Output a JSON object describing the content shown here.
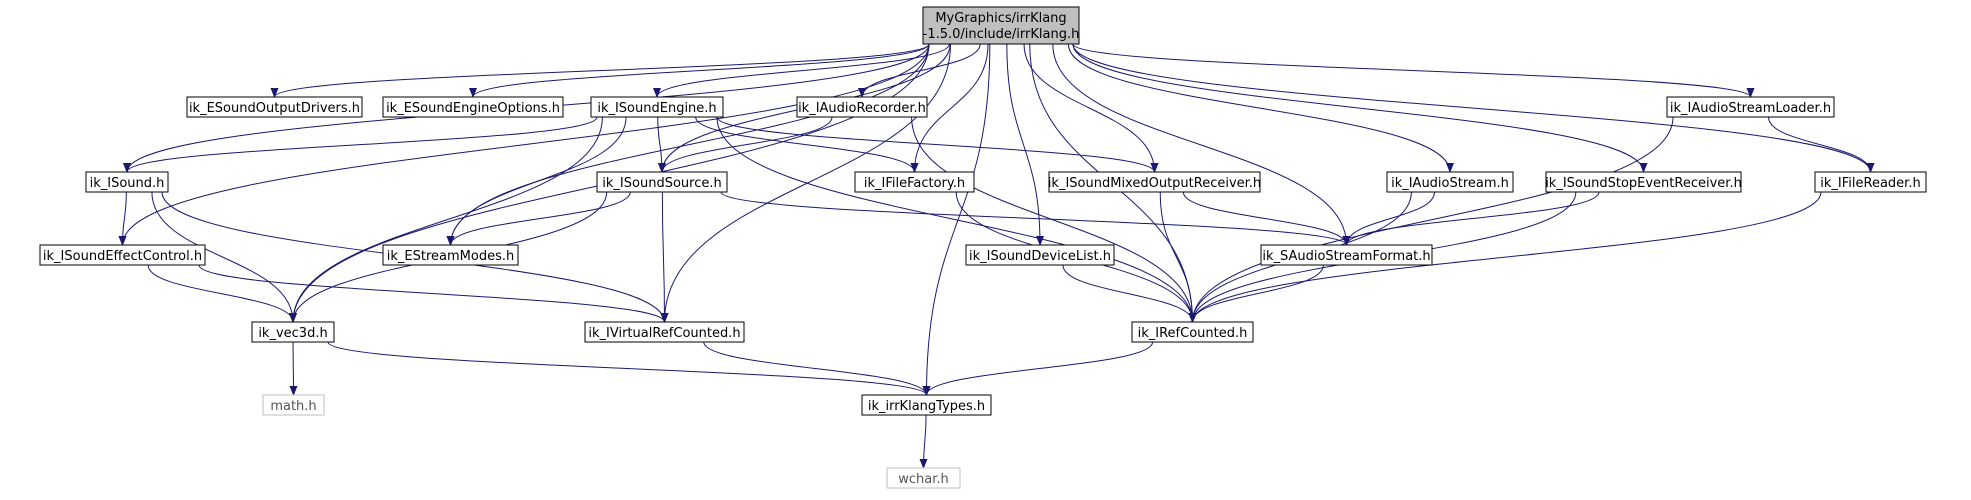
{
  "diagram": {
    "root": {
      "id": "root",
      "label_line1": "MyGraphics/irrKlang",
      "label_line2": "-1.5.0/include/irrKlang.h"
    },
    "colors": {
      "edge": "#191970",
      "node_border": "#000000",
      "root_fill": "#bfbfbf",
      "external_border": "#bfbfbf",
      "external_text": "#555555"
    },
    "nodes": [
      {
        "id": "ik_ESoundOutputDrivers",
        "label": "ik_ESoundOutputDrivers.h"
      },
      {
        "id": "ik_ESoundEngineOptions",
        "label": "ik_ESoundEngineOptions.h"
      },
      {
        "id": "ik_ISoundEngine",
        "label": "ik_ISoundEngine.h"
      },
      {
        "id": "ik_IAudioRecorder",
        "label": "ik_IAudioRecorder.h"
      },
      {
        "id": "ik_IAudioStreamLoader",
        "label": "ik_IAudioStreamLoader.h"
      },
      {
        "id": "ik_ISound",
        "label": "ik_ISound.h"
      },
      {
        "id": "ik_ISoundSource",
        "label": "ik_ISoundSource.h"
      },
      {
        "id": "ik_IFileFactory",
        "label": "ik_IFileFactory.h"
      },
      {
        "id": "ik_ISoundMixedOutputReceiver",
        "label": "ik_ISoundMixedOutputReceiver.h"
      },
      {
        "id": "ik_IAudioStream",
        "label": "ik_IAudioStream.h"
      },
      {
        "id": "ik_ISoundStopEventReceiver",
        "label": "ik_ISoundStopEventReceiver.h"
      },
      {
        "id": "ik_IFileReader",
        "label": "ik_IFileReader.h"
      },
      {
        "id": "ik_ISoundEffectControl",
        "label": "ik_ISoundEffectControl.h"
      },
      {
        "id": "ik_EStreamModes",
        "label": "ik_EStreamModes.h"
      },
      {
        "id": "ik_ISoundDeviceList",
        "label": "ik_ISoundDeviceList.h"
      },
      {
        "id": "ik_SAudioStreamFormat",
        "label": "ik_SAudioStreamFormat.h"
      },
      {
        "id": "ik_vec3d",
        "label": "ik_vec3d.h"
      },
      {
        "id": "ik_IVirtualRefCounted",
        "label": "ik_IVirtualRefCounted.h"
      },
      {
        "id": "ik_IRefCounted",
        "label": "ik_IRefCounted.h"
      },
      {
        "id": "math",
        "label": "math.h",
        "external": true
      },
      {
        "id": "ik_irrKlangTypes",
        "label": "ik_irrKlangTypes.h"
      },
      {
        "id": "wchar",
        "label": "wchar.h",
        "external": true
      }
    ],
    "edges": [
      [
        "root",
        "ik_ESoundOutputDrivers"
      ],
      [
        "root",
        "ik_ESoundEngineOptions"
      ],
      [
        "root",
        "ik_ISoundEngine"
      ],
      [
        "root",
        "ik_IAudioRecorder"
      ],
      [
        "root",
        "ik_IAudioStreamLoader"
      ],
      [
        "root",
        "ik_ISound"
      ],
      [
        "root",
        "ik_ISoundSource"
      ],
      [
        "root",
        "ik_IFileFactory"
      ],
      [
        "root",
        "ik_ISoundMixedOutputReceiver"
      ],
      [
        "root",
        "ik_IAudioStream"
      ],
      [
        "root",
        "ik_ISoundStopEventReceiver"
      ],
      [
        "root",
        "ik_IFileReader"
      ],
      [
        "root",
        "ik_ISoundEffectControl"
      ],
      [
        "root",
        "ik_EStreamModes"
      ],
      [
        "root",
        "ik_ISoundDeviceList"
      ],
      [
        "root",
        "ik_SAudioStreamFormat"
      ],
      [
        "root",
        "ik_vec3d"
      ],
      [
        "root",
        "ik_IVirtualRefCounted"
      ],
      [
        "root",
        "ik_IRefCounted"
      ],
      [
        "root",
        "ik_irrKlangTypes"
      ],
      [
        "ik_ISoundEngine",
        "ik_ISound"
      ],
      [
        "ik_ISoundEngine",
        "ik_ISoundSource"
      ],
      [
        "ik_ISoundEngine",
        "ik_IFileFactory"
      ],
      [
        "ik_ISoundEngine",
        "ik_ISoundMixedOutputReceiver"
      ],
      [
        "ik_ISoundEngine",
        "ik_EStreamModes"
      ],
      [
        "ik_ISoundEngine",
        "ik_vec3d"
      ],
      [
        "ik_ISoundEngine",
        "ik_IRefCounted"
      ],
      [
        "ik_IAudioRecorder",
        "ik_ISoundSource"
      ],
      [
        "ik_IAudioRecorder",
        "ik_IRefCounted"
      ],
      [
        "ik_IAudioStreamLoader",
        "ik_IFileReader"
      ],
      [
        "ik_IAudioStreamLoader",
        "ik_IRefCounted"
      ],
      [
        "ik_ISound",
        "ik_ISoundEffectControl"
      ],
      [
        "ik_ISound",
        "ik_vec3d"
      ],
      [
        "ik_ISound",
        "ik_IVirtualRefCounted"
      ],
      [
        "ik_ISoundSource",
        "ik_EStreamModes"
      ],
      [
        "ik_ISoundSource",
        "ik_SAudioStreamFormat"
      ],
      [
        "ik_ISoundSource",
        "ik_vec3d"
      ],
      [
        "ik_ISoundSource",
        "ik_IVirtualRefCounted"
      ],
      [
        "ik_IFileFactory",
        "ik_IRefCounted"
      ],
      [
        "ik_ISoundMixedOutputReceiver",
        "ik_SAudioStreamFormat"
      ],
      [
        "ik_ISoundMixedOutputReceiver",
        "ik_IRefCounted"
      ],
      [
        "ik_IAudioStream",
        "ik_SAudioStreamFormat"
      ],
      [
        "ik_IAudioStream",
        "ik_IRefCounted"
      ],
      [
        "ik_ISoundStopEventReceiver",
        "ik_SAudioStreamFormat"
      ],
      [
        "ik_ISoundStopEventReceiver",
        "ik_IRefCounted"
      ],
      [
        "ik_IFileReader",
        "ik_IRefCounted"
      ],
      [
        "ik_ISoundEffectControl",
        "ik_vec3d"
      ],
      [
        "ik_ISoundEffectControl",
        "ik_IVirtualRefCounted"
      ],
      [
        "ik_ISoundDeviceList",
        "ik_IRefCounted"
      ],
      [
        "ik_SAudioStreamFormat",
        "ik_IRefCounted"
      ],
      [
        "ik_vec3d",
        "math"
      ],
      [
        "ik_vec3d",
        "ik_irrKlangTypes"
      ],
      [
        "ik_IVirtualRefCounted",
        "ik_irrKlangTypes"
      ],
      [
        "ik_IRefCounted",
        "ik_irrKlangTypes"
      ],
      [
        "ik_irrKlangTypes",
        "wchar"
      ]
    ]
  }
}
